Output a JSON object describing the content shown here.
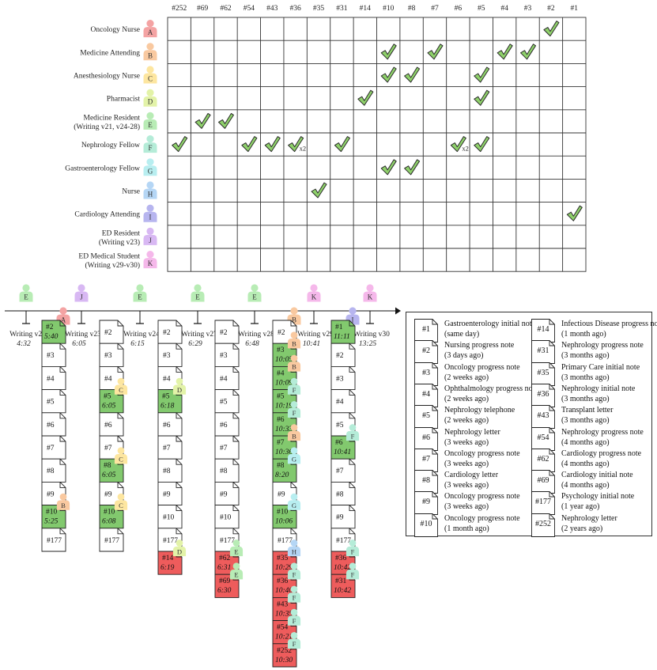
{
  "colors": {
    "check": "#8fd16b",
    "read_fill": "#82c96e",
    "written_fill": "#ee5c5c",
    "doc_fill": "#ffffff",
    "grid": "#333333"
  },
  "grid": {
    "columns": [
      "#252",
      "#69",
      "#62",
      "#54",
      "#43",
      "#36",
      "#35",
      "#31",
      "#14",
      "#10",
      "#8",
      "#7",
      "#6",
      "#5",
      "#4",
      "#3",
      "#2",
      "#1"
    ],
    "rows": [
      {
        "letter": "A",
        "color": "#f4a3a3",
        "label": [
          "Oncology Nurse"
        ]
      },
      {
        "letter": "B",
        "color": "#f9c9a0",
        "label": [
          "Medicine Attending"
        ]
      },
      {
        "letter": "C",
        "color": "#fde6a0",
        "label": [
          "Anesthesiology Nurse"
        ]
      },
      {
        "letter": "D",
        "color": "#e3f3a8",
        "label": [
          "Pharmacist"
        ]
      },
      {
        "letter": "E",
        "color": "#b8ecb5",
        "label": [
          "Medicine Resident",
          "(Writing v21, v24-28)"
        ]
      },
      {
        "letter": "F",
        "color": "#b5ecd8",
        "label": [
          "Nephrology Fellow"
        ]
      },
      {
        "letter": "G",
        "color": "#b8eef0",
        "label": [
          "Gastroenterology Fellow"
        ]
      },
      {
        "letter": "H",
        "color": "#b5d6f5",
        "label": [
          "Nurse"
        ]
      },
      {
        "letter": "I",
        "color": "#b7b5ef",
        "label": [
          "Cardiology Attending"
        ]
      },
      {
        "letter": "J",
        "color": "#d8b8f3",
        "label": [
          "ED Resident",
          "(Writing v23)"
        ]
      },
      {
        "letter": "K",
        "color": "#f5b8ea",
        "label": [
          "ED Medical Student",
          "(Writing v29-v30)"
        ]
      }
    ],
    "checks": [
      {
        "row": 0,
        "col": 16,
        "mult": ""
      },
      {
        "row": 1,
        "col": 9,
        "mult": ""
      },
      {
        "row": 1,
        "col": 11,
        "mult": ""
      },
      {
        "row": 1,
        "col": 14,
        "mult": ""
      },
      {
        "row": 1,
        "col": 15,
        "mult": ""
      },
      {
        "row": 2,
        "col": 9,
        "mult": ""
      },
      {
        "row": 2,
        "col": 10,
        "mult": ""
      },
      {
        "row": 2,
        "col": 13,
        "mult": ""
      },
      {
        "row": 3,
        "col": 8,
        "mult": ""
      },
      {
        "row": 3,
        "col": 13,
        "mult": ""
      },
      {
        "row": 4,
        "col": 1,
        "mult": ""
      },
      {
        "row": 4,
        "col": 2,
        "mult": ""
      },
      {
        "row": 5,
        "col": 0,
        "mult": ""
      },
      {
        "row": 5,
        "col": 3,
        "mult": ""
      },
      {
        "row": 5,
        "col": 4,
        "mult": ""
      },
      {
        "row": 5,
        "col": 5,
        "mult": "x2"
      },
      {
        "row": 5,
        "col": 7,
        "mult": ""
      },
      {
        "row": 5,
        "col": 12,
        "mult": "x2"
      },
      {
        "row": 5,
        "col": 13,
        "mult": ""
      },
      {
        "row": 6,
        "col": 9,
        "mult": ""
      },
      {
        "row": 6,
        "col": 10,
        "mult": ""
      },
      {
        "row": 7,
        "col": 6,
        "mult": ""
      },
      {
        "row": 8,
        "col": 17,
        "mult": ""
      }
    ]
  },
  "timeline": {
    "events": [
      {
        "letter": "E",
        "color": "#b8ecb5",
        "label": "Writing v21",
        "time": "4:32"
      },
      {
        "letter": "J",
        "color": "#d8b8f3",
        "label": "Writing v23",
        "time": "6:05"
      },
      {
        "letter": "E",
        "color": "#b8ecb5",
        "label": "Writing v24",
        "time": "6:15"
      },
      {
        "letter": "E",
        "color": "#b8ecb5",
        "label": "Writing v27",
        "time": "6:29"
      },
      {
        "letter": "E",
        "color": "#b8ecb5",
        "label": "Writing v28",
        "time": "6:48"
      },
      {
        "letter": "K",
        "color": "#f5b8ea",
        "label": "Writing v29",
        "time": "10:41"
      },
      {
        "letter": "K",
        "color": "#f5b8ea",
        "label": "Writing v30",
        "time": "13:25"
      }
    ]
  },
  "stacks": [
    {
      "header": {
        "letter": "A",
        "color": "#f4a3a3"
      },
      "docs": [
        {
          "id": "#2",
          "time": "5:40",
          "state": "read"
        },
        {
          "id": "#3"
        },
        {
          "id": "#4"
        },
        {
          "id": "#5"
        },
        {
          "id": "#6"
        },
        {
          "id": "#7"
        },
        {
          "id": "#8"
        },
        {
          "id": "#9",
          "avatar": {
            "letter": "B",
            "color": "#f9c9a0"
          }
        },
        {
          "id": "#10",
          "time": "5:25",
          "state": "read"
        },
        {
          "id": "#177"
        }
      ]
    },
    {
      "docs": [
        {
          "id": "#2"
        },
        {
          "id": "#3"
        },
        {
          "id": "#4",
          "avatar": {
            "letter": "C",
            "color": "#fde6a0"
          }
        },
        {
          "id": "#5",
          "time": "6:05",
          "state": "read"
        },
        {
          "id": "#6"
        },
        {
          "id": "#7",
          "avatar": {
            "letter": "C",
            "color": "#fde6a0"
          }
        },
        {
          "id": "#8",
          "time": "6:05",
          "state": "read"
        },
        {
          "id": "#9",
          "avatar": {
            "letter": "C",
            "color": "#fde6a0"
          }
        },
        {
          "id": "#10",
          "time": "6:08",
          "state": "read"
        },
        {
          "id": "#177"
        }
      ]
    },
    {
      "docs": [
        {
          "id": "#2"
        },
        {
          "id": "#3"
        },
        {
          "id": "#4",
          "avatar": {
            "letter": "D",
            "color": "#e3f3a8"
          }
        },
        {
          "id": "#5",
          "time": "6:18",
          "state": "read"
        },
        {
          "id": "#6"
        },
        {
          "id": "#7"
        },
        {
          "id": "#8"
        },
        {
          "id": "#9"
        },
        {
          "id": "#10"
        },
        {
          "id": "#177",
          "avatar": {
            "letter": "D",
            "color": "#e3f3a8"
          }
        },
        {
          "id": "#14",
          "time": "6:19",
          "state": "written"
        }
      ]
    },
    {
      "docs": [
        {
          "id": "#2"
        },
        {
          "id": "#3"
        },
        {
          "id": "#4"
        },
        {
          "id": "#5"
        },
        {
          "id": "#6"
        },
        {
          "id": "#7"
        },
        {
          "id": "#8"
        },
        {
          "id": "#9"
        },
        {
          "id": "#10"
        },
        {
          "id": "#177",
          "avatar": {
            "letter": "E",
            "color": "#b8ecb5"
          }
        },
        {
          "id": "#62",
          "time": "6:31",
          "state": "written",
          "avatar": {
            "letter": "E",
            "color": "#b8ecb5"
          }
        },
        {
          "id": "#69",
          "time": "6:30",
          "state": "written"
        }
      ]
    },
    {
      "header": {
        "letter": "B",
        "color": "#f9c9a0"
      },
      "docs": [
        {
          "id": "#2",
          "avatar": {
            "letter": "B",
            "color": "#f9c9a0"
          }
        },
        {
          "id": "#3",
          "time": "10:05",
          "state": "read",
          "avatar": {
            "letter": "B",
            "color": "#f9c9a0"
          }
        },
        {
          "id": "#4",
          "time": "10:09",
          "state": "read",
          "avatar": {
            "letter": "F",
            "color": "#b5ecd8"
          }
        },
        {
          "id": "#5",
          "time": "10:19",
          "state": "read",
          "avatar": {
            "letter": "F",
            "color": "#b5ecd8"
          }
        },
        {
          "id": "#6",
          "time": "10:33",
          "state": "read",
          "avatar": {
            "letter": "B",
            "color": "#f9c9a0"
          }
        },
        {
          "id": "#7",
          "time": "10:36",
          "state": "read",
          "avatar": {
            "letter": "G",
            "color": "#b8eef0"
          }
        },
        {
          "id": "#8",
          "time": "8:20",
          "state": "read"
        },
        {
          "id": "#9",
          "avatar": {
            "letter": "G",
            "color": "#b8eef0"
          }
        },
        {
          "id": "#10",
          "time": "10:06",
          "state": "read"
        },
        {
          "id": "#177",
          "avatar": {
            "letter": "H",
            "color": "#b5d6f5"
          }
        },
        {
          "id": "#35",
          "time": "10:29",
          "state": "written",
          "avatar": {
            "letter": "F",
            "color": "#b5ecd8"
          }
        },
        {
          "id": "#36",
          "time": "10:40",
          "state": "written",
          "avatar": {
            "letter": "F",
            "color": "#b5ecd8"
          }
        },
        {
          "id": "#43",
          "time": "10:35",
          "state": "written",
          "avatar": {
            "letter": "F",
            "color": "#b5ecd8"
          }
        },
        {
          "id": "#54",
          "time": "10:21",
          "state": "written",
          "avatar": {
            "letter": "F",
            "color": "#b5ecd8"
          }
        },
        {
          "id": "#252",
          "time": "10:30",
          "state": "written"
        }
      ]
    },
    {
      "header": {
        "letter": "I",
        "color": "#b7b5ef"
      },
      "docs": [
        {
          "id": "#1",
          "time": "11:11",
          "state": "read"
        },
        {
          "id": "#2"
        },
        {
          "id": "#3"
        },
        {
          "id": "#4"
        },
        {
          "id": "#5",
          "avatar": {
            "letter": "F",
            "color": "#b5ecd8"
          }
        },
        {
          "id": "#6",
          "time": "10:41",
          "state": "read"
        },
        {
          "id": "#7"
        },
        {
          "id": "#8"
        },
        {
          "id": "#9"
        },
        {
          "id": "#177",
          "avatar": {
            "letter": "F",
            "color": "#b5ecd8"
          }
        },
        {
          "id": "#36",
          "time": "10:42",
          "state": "written",
          "avatar": {
            "letter": "F",
            "color": "#b5ecd8"
          }
        },
        {
          "id": "#31",
          "time": "10:42",
          "state": "written"
        }
      ]
    }
  ],
  "legend": [
    {
      "id": "#1",
      "title": "Gastroenterology initial note",
      "sub": "(same day)"
    },
    {
      "id": "#2",
      "title": "Nursing progress note",
      "sub": "(3 days ago)"
    },
    {
      "id": "#3",
      "title": "Oncology progress note",
      "sub": "(2 weeks ago)"
    },
    {
      "id": "#4",
      "title": "Ophthalmology progress note",
      "sub": "(2 weeks ago)"
    },
    {
      "id": "#5",
      "title": "Nephrology telephone",
      "sub": "(2 weeks ago)"
    },
    {
      "id": "#6",
      "title": "Nephrology letter",
      "sub": "(3 weeks ago)"
    },
    {
      "id": "#7",
      "title": "Oncology progress note",
      "sub": "(3 weeks ago)"
    },
    {
      "id": "#8",
      "title": "Cardiology letter",
      "sub": "(3 weeks ago)"
    },
    {
      "id": "#9",
      "title": "Oncology progress note",
      "sub": "(3 weeks ago)"
    },
    {
      "id": "#10",
      "title": "Oncology progress note",
      "sub": "(1 month ago)"
    },
    {
      "id": "#14",
      "title": "Infectious Disease progress note",
      "sub": "(1 month ago)"
    },
    {
      "id": "#31",
      "title": "Nephrology progress note",
      "sub": "(3 months ago)"
    },
    {
      "id": "#35",
      "title": "Primary Care initial note",
      "sub": "(3 months ago)"
    },
    {
      "id": "#36",
      "title": "Nephrology initial note",
      "sub": "(3 months ago)"
    },
    {
      "id": "#43",
      "title": "Transplant letter",
      "sub": "(3 months ago)"
    },
    {
      "id": "#54",
      "title": "Nephrology progress note",
      "sub": "(4 months ago)"
    },
    {
      "id": "#62",
      "title": "Cardiology progress note",
      "sub": "(4 months ago)"
    },
    {
      "id": "#69",
      "title": "Cardiology initial note",
      "sub": "(4 months ago)"
    },
    {
      "id": "#177",
      "title": "Psychology initial note",
      "sub": "(1 year ago)"
    },
    {
      "id": "#252",
      "title": "Nephrology letter",
      "sub": "(2 years ago)"
    }
  ]
}
